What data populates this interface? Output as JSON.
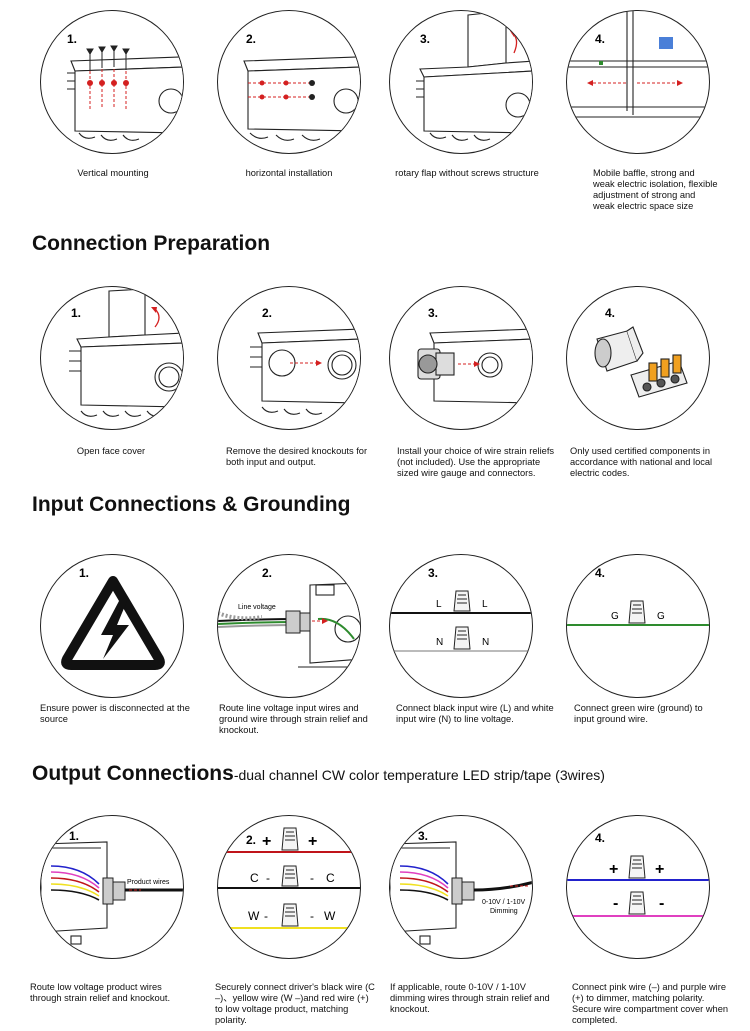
{
  "section_mounting": {
    "steps": [
      {
        "num": "1.",
        "caption": "Vertical mounting"
      },
      {
        "num": "2.",
        "caption": "horizontal installation"
      },
      {
        "num": "3.",
        "caption": "rotary flap without screws structure"
      },
      {
        "num": "4.",
        "caption": "Mobile baffle, strong and weak electric isolation, flexible adjustment of strong and weak electric space size"
      }
    ]
  },
  "section_preparation": {
    "title": "Connection Preparation",
    "steps": [
      {
        "num": "1.",
        "caption": "Open face cover"
      },
      {
        "num": "2.",
        "caption": "Remove the desired knockouts for both input and output."
      },
      {
        "num": "3.",
        "caption": "Install your choice of wire strain reliefs (not included). Use the appropriate sized wire gauge and connectors."
      },
      {
        "num": "4.",
        "caption": "Only used certified components in accordance with national and local electric codes."
      }
    ]
  },
  "section_input": {
    "title": "Input Connections & Grounding",
    "steps": [
      {
        "num": "1.",
        "caption": "Ensure power is disconnected at the source"
      },
      {
        "num": "2.",
        "caption": "Route line voltage input wires and ground wire through strain relief and knockout.",
        "label": "Line voltage"
      },
      {
        "num": "3.",
        "caption": "Connect black input wire (L) and white input wire (N) to line voltage.",
        "l": "L",
        "n": "N"
      },
      {
        "num": "4.",
        "caption": "Connect green wire (ground) to input ground wire.",
        "g": "G"
      }
    ]
  },
  "section_output": {
    "title": "Output Connections",
    "subtitle": "-dual channel CW color temperature LED strip/tape (3wires)",
    "steps": [
      {
        "num": "1.",
        "caption": "Route low voltage product wires through strain relief and knockout.",
        "label": "Product wires"
      },
      {
        "num": "2.",
        "caption": "Securely connect driver's black wire (C –)、yellow wire (W –)and red wire (+) to low voltage product, matching polarity.",
        "plus": "+",
        "c": "C",
        "w": "W",
        "minus": "-"
      },
      {
        "num": "3.",
        "caption": "If applicable, route 0-10V / 1-10V dimming wires through strain relief and knockout.",
        "label_line1": "0-10V / 1-10V",
        "label_line2": "Dimming"
      },
      {
        "num": "4.",
        "caption": "Connect pink wire (–) and purple wire (+) to dimmer, matching polarity. Secure wire compartment cover when completed.",
        "plus": "+",
        "minus": "-"
      }
    ]
  },
  "colors": {
    "black_wire": "#111111",
    "white_wire": "#bbbbbb",
    "green_wire": "#2e8b2e",
    "red_wire": "#c0141a",
    "yellow_wire": "#f0e020",
    "blue_wire": "#2222cc",
    "pink_wire": "#e040c0",
    "arrow_red": "#d42020"
  },
  "icons": [
    "box-drawing",
    "screw-icon",
    "rotate-arrow-icon",
    "baffle-icon",
    "knockout-icon",
    "strain-relief-icon",
    "wire-nut-icon",
    "lever-connector-icon",
    "high-voltage-warning-icon"
  ]
}
